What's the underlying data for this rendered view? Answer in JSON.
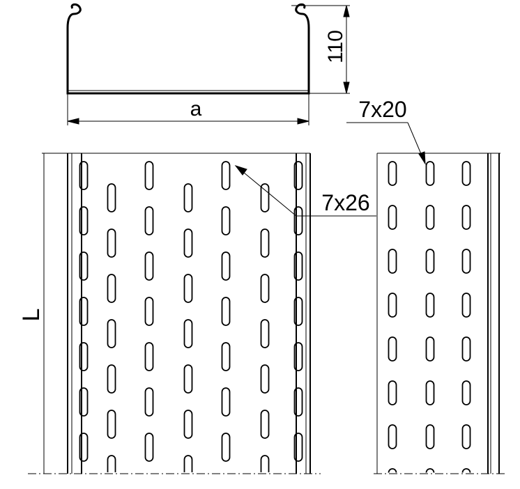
{
  "dimensions": {
    "width_label": "a",
    "height_label": "110",
    "length_label": "L"
  },
  "slots": {
    "bottom_slot_label": "7x26",
    "side_slot_label": "7x20"
  }
}
